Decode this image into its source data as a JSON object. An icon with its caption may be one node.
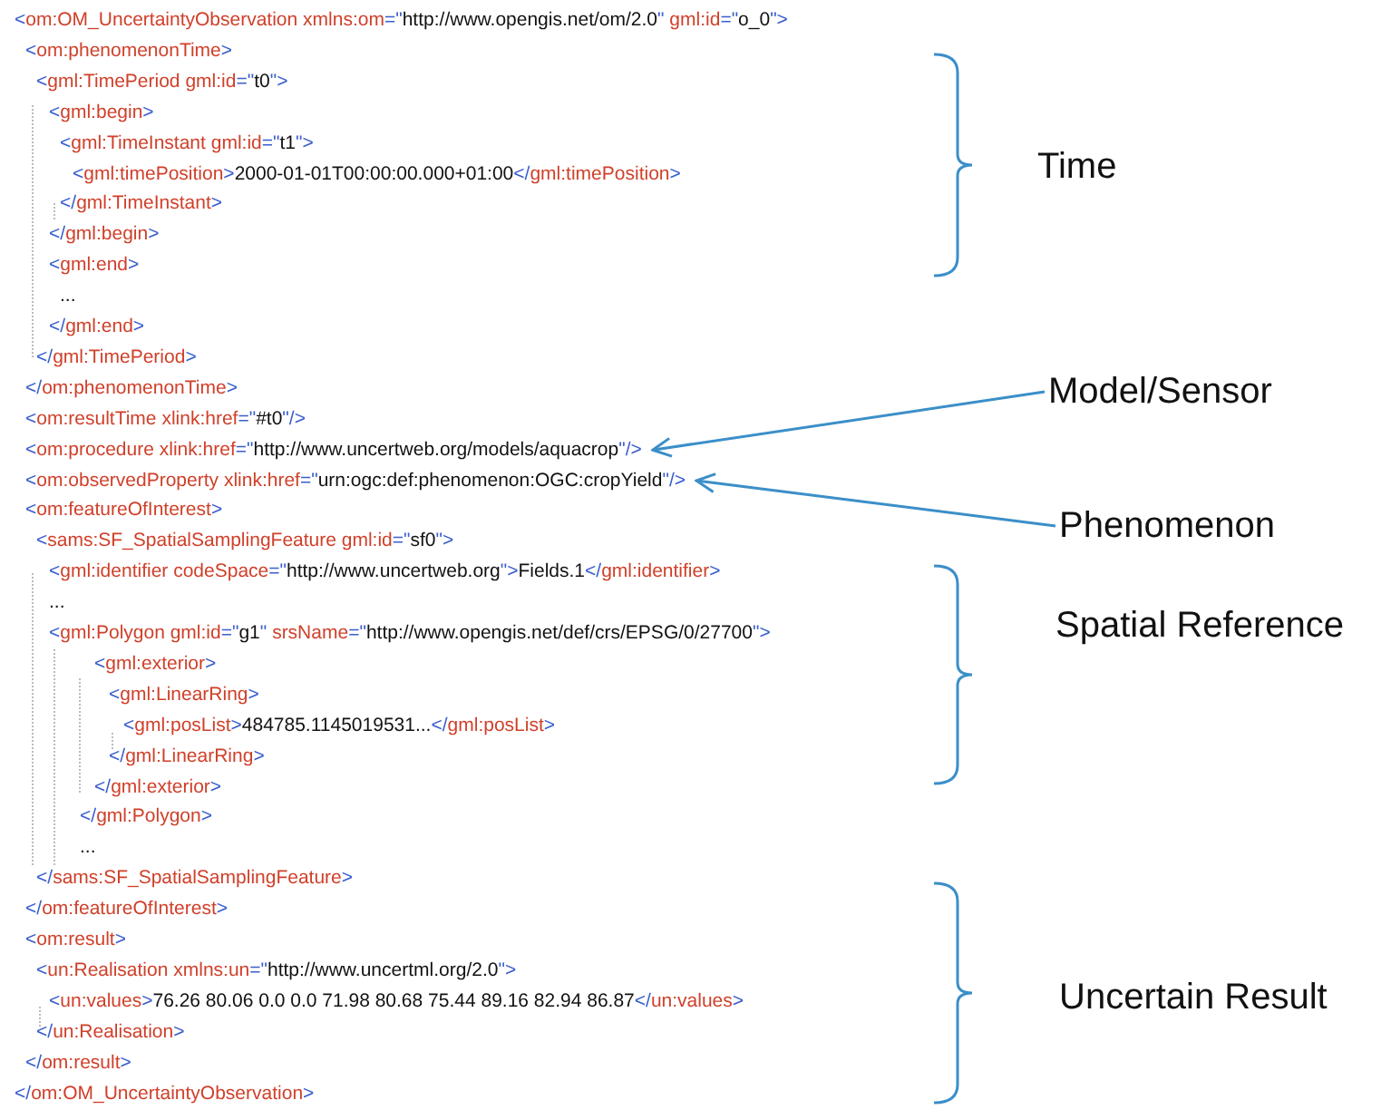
{
  "diagram": {
    "nodes": [
      {
        "text": [
          "<om:procedure xlink:href=\"http://www.uncertweb.org/models/aquacrop\"/>"
        ]
      },
      {
        "text": [
          "<om:observedProperty xlink:href=\"urn:ogc:def:phenomenon:OGC:cropYield\"/>"
        ]
      },
      {
        "text": [
          "Time"
        ]
      },
      {
        "text": [
          "Model/Sensor"
        ]
      },
      {
        "text": [
          "Phenomenon"
        ]
      },
      {
        "text": [
          "Spatial Reference"
        ]
      },
      {
        "text": [
          "Uncertain Result"
        ]
      }
    ],
    "edges": [
      {
        "from": 3,
        "to": 0,
        "arrow": "to"
      },
      {
        "from": 4,
        "to": 1,
        "arrow": "to"
      }
    ],
    "labels": [
      "<om:OM_UncertaintyObservation xmlns:om=\"http://www.opengis.net/om/2.0\" gml:id=\"o_0\">",
      "<om:phenomenonTime>",
      "<gml:TimePeriod gml:id=\"t0\">",
      "<gml:begin>",
      "<gml:TimeInstant gml:id=\"t1\">",
      "<gml:timePosition>2000-01-01T00:00:00.000+01:00</gml:timePosition>",
      "</gml:TimeInstant>",
      "</gml:begin>",
      "<gml:end>",
      "...",
      "</gml:end>",
      "</gml:TimePeriod>",
      "</om:phenomenonTime>",
      "<om:resultTime xlink:href=\"#t0\"/>",
      "<om:featureOfInterest>",
      "<sams:SF_SpatialSamplingFeature gml:id=\"sf0\">",
      "<gml:identifier codeSpace=\"http://www.uncertweb.org\">Fields.1</gml:identifier>",
      "...",
      "<gml:Polygon gml:id=\"g1\" srsName=\"http://www.opengis.net/def/crs/EPSG/0/27700\">",
      "<gml:exterior>",
      "<gml:LinearRing>",
      "<gml:posList>484785.1145019531...</gml:posList>",
      "</gml:LinearRing>",
      "</gml:exterior>",
      "</gml:Polygon>",
      "...",
      "</sams:SF_SpatialSamplingFeature>",
      "</om:featureOfInterest>",
      "<om:result>",
      "<un:Realisation xmlns:un=\"http://www.uncertml.org/2.0\">",
      "<un:values>76.26 80.06 0.0 0.0 71.98 80.68 75.44 89.16 82.94 86.87</un:values>",
      "</un:Realisation>",
      "</om:result>",
      "</om:OM_UncertaintyObservation>"
    ]
  }
}
